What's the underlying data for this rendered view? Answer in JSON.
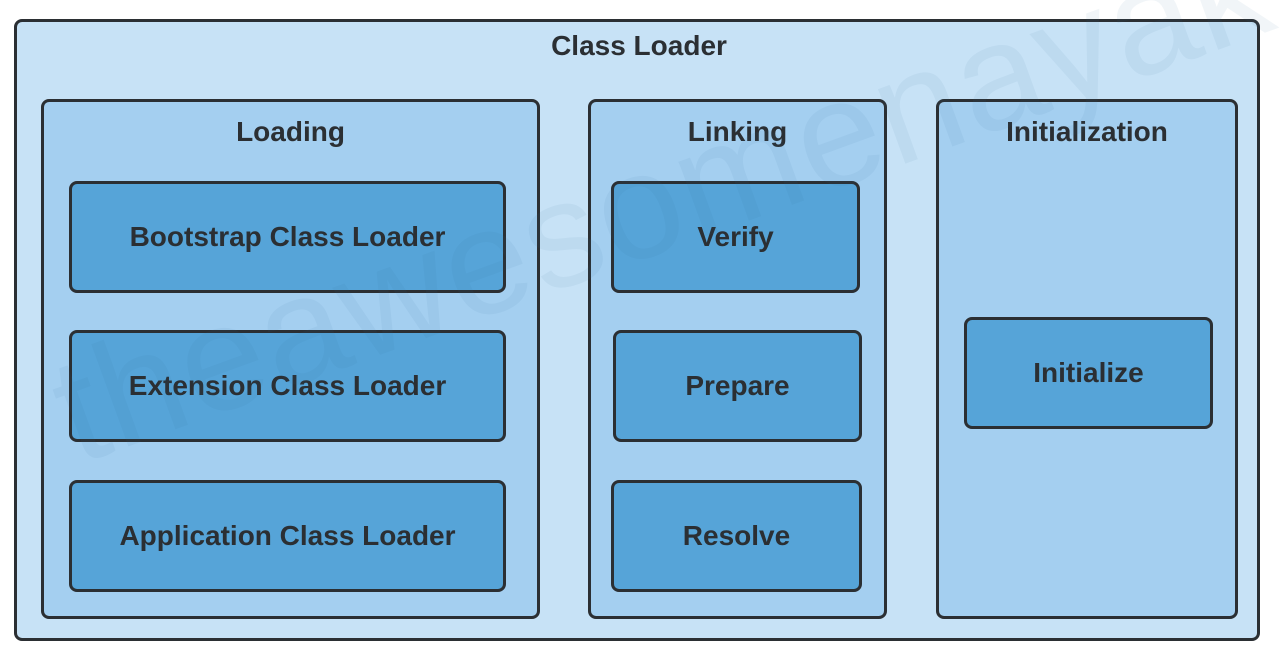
{
  "diagram": {
    "title": "Class Loader",
    "watermark": "theawesomenayak",
    "stages": [
      {
        "title": "Loading",
        "steps": [
          "Bootstrap Class Loader",
          "Extension Class Loader",
          "Application Class Loader"
        ]
      },
      {
        "title": "Linking",
        "steps": [
          "Verify",
          "Prepare",
          "Resolve"
        ]
      },
      {
        "title": "Initialization",
        "steps": [
          "Initialize"
        ]
      }
    ]
  }
}
